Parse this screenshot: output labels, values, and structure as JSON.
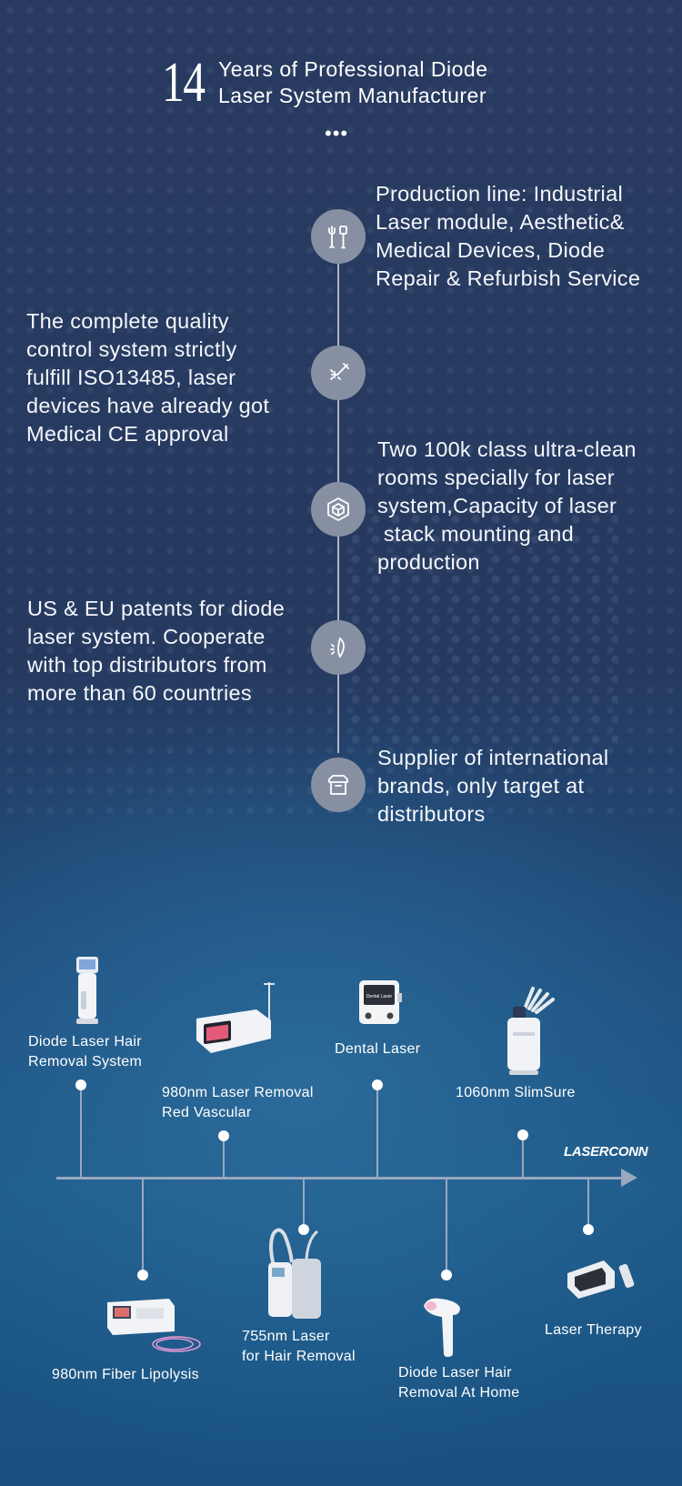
{
  "header": {
    "number": "14",
    "line1": "Years of Professional Diode",
    "line2": "Laser System Manufacturer",
    "ellipsis": "•••"
  },
  "features": [
    {
      "icon": "tools-icon",
      "text": [
        "Production line: Industrial",
        "Laser module, Aesthetic&",
        "Medical Devices, Diode",
        "Repair & Refurbish Service"
      ]
    },
    {
      "icon": "laser-beam-icon",
      "text": [
        "The complete quality",
        "control system strictly",
        "fulfill ISO13485, laser",
        "devices have already got",
        "Medical CE approval"
      ]
    },
    {
      "icon": "cube-icon",
      "text": [
        "Two 100k class ultra-clean",
        "rooms specially for laser",
        "system,Capacity of laser",
        " stack mounting and",
        "production"
      ]
    },
    {
      "icon": "leaf-sparkle-icon",
      "text": [
        "US & EU patents for diode",
        "laser system. Cooperate",
        "with top distributors from",
        "more than 60 countries"
      ]
    },
    {
      "icon": "box-icon",
      "text": [
        "Supplier of international",
        "brands, only target at",
        "distributors"
      ]
    }
  ],
  "brand": "LASERCONN",
  "products": [
    {
      "label": [
        "Diode Laser Hair",
        "Removal System"
      ]
    },
    {
      "label": [
        "980nm Laser Removal",
        "Red Vascular"
      ]
    },
    {
      "label": [
        "Dental Laser"
      ]
    },
    {
      "label": [
        "1060nm SlimSure"
      ]
    },
    {
      "label": [
        "980nm Fiber Lipolysis"
      ]
    },
    {
      "label": [
        "755nm Laser",
        "for Hair Removal"
      ]
    },
    {
      "label": [
        "Diode Laser Hair",
        "Removal At Home"
      ]
    },
    {
      "label": [
        "Laser Therapy"
      ]
    }
  ],
  "device_screen_text": "Dental Laser"
}
